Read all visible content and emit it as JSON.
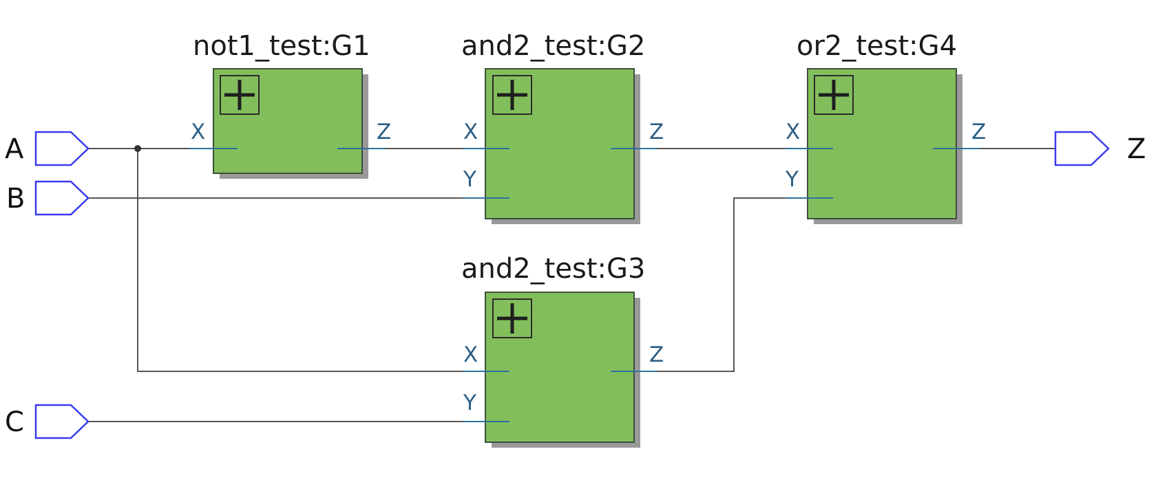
{
  "diagram": {
    "blocks": [
      {
        "id": "G1",
        "title": "not1_test:G1",
        "inputs": [
          "X"
        ],
        "outputs": [
          "Z"
        ]
      },
      {
        "id": "G2",
        "title": "and2_test:G2",
        "inputs": [
          "X",
          "Y"
        ],
        "outputs": [
          "Z"
        ]
      },
      {
        "id": "G3",
        "title": "and2_test:G3",
        "inputs": [
          "X",
          "Y"
        ],
        "outputs": [
          "Z"
        ]
      },
      {
        "id": "G4",
        "title": "or2_test:G4",
        "inputs": [
          "X",
          "Y"
        ],
        "outputs": [
          "Z"
        ]
      }
    ],
    "ports": {
      "inputs": [
        "A",
        "B",
        "C"
      ],
      "outputs": [
        "Z"
      ]
    },
    "connections": [
      {
        "from": "A",
        "to": "G1.X"
      },
      {
        "from": "A",
        "to": "G3.X"
      },
      {
        "from": "G1.Z",
        "to": "G2.X"
      },
      {
        "from": "B",
        "to": "G2.Y"
      },
      {
        "from": "C",
        "to": "G3.Y"
      },
      {
        "from": "G2.Z",
        "to": "G4.X"
      },
      {
        "from": "G3.Z",
        "to": "G4.Y"
      },
      {
        "from": "G4.Z",
        "to": "Z"
      }
    ],
    "colors": {
      "block_fill": "#82bf5c",
      "port_outline": "#3a3af0",
      "pin_label": "#2c5f86",
      "wire": "#555555"
    },
    "icons": {
      "block_expand": "plus-box-icon",
      "input_port": "input-port-icon",
      "output_port": "output-port-icon"
    }
  }
}
